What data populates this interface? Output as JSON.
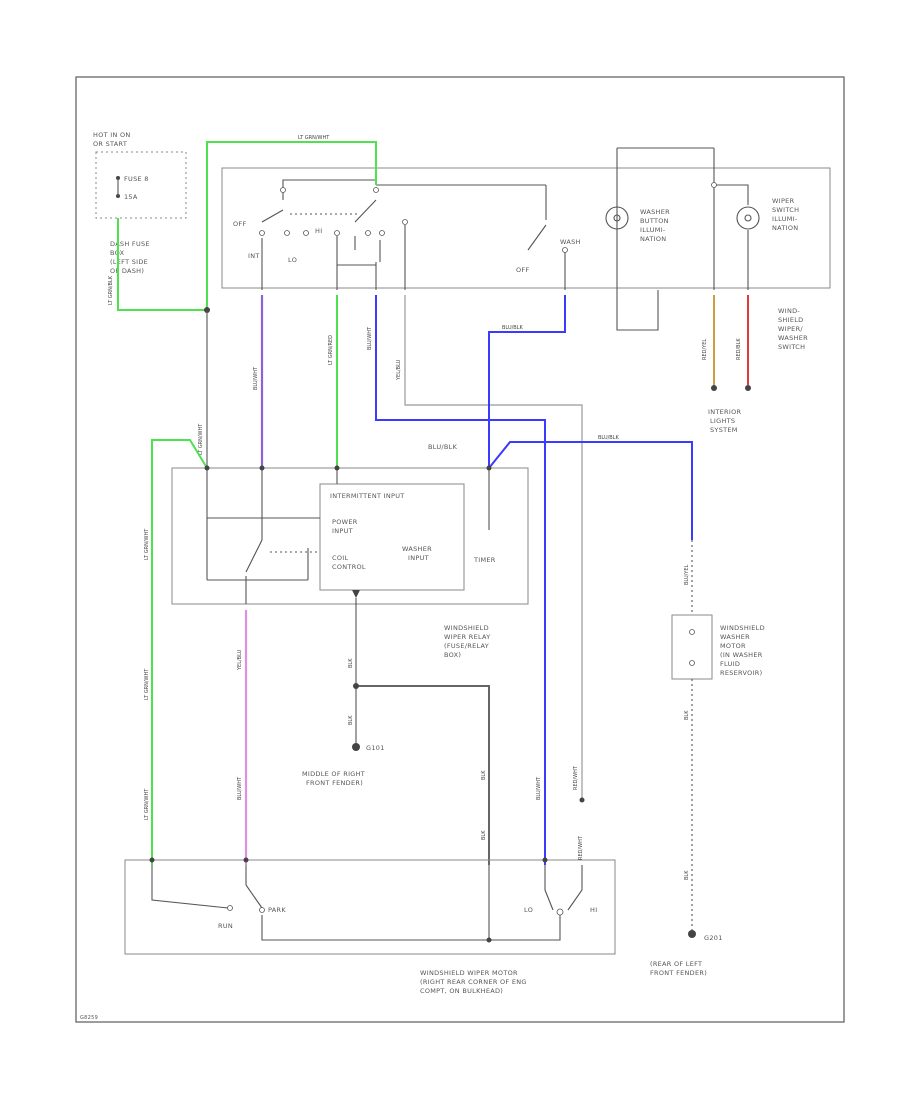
{
  "labels": {
    "hot_in_on": "HOT IN ON",
    "or_start": "OR START",
    "fuse": "FUSE 8",
    "fuse_amp": "15A",
    "dash_fuse": "DASH FUSE",
    "dash_fuse_box": "BOX",
    "dash_fuse_loc": "(LEFT SIDE",
    "dash_fuse_loc2": "OF DASH)",
    "off": "OFF",
    "int": "INT",
    "lo": "LO",
    "hi": "HI",
    "wash_off": "OFF",
    "wash": "WASH",
    "washer_lum1": "WASHER",
    "washer_lum2": "BUTTON",
    "washer_lum3": "ILLUMI-",
    "washer_lum4": "NATION",
    "wiper_lum1": "WIPER",
    "wiper_lum2": "SWITCH",
    "wiper_lum3": "ILLUMI-",
    "wiper_lum4": "NATION",
    "ws_switch1": "WIND-",
    "ws_switch2": "SHIELD",
    "ws_switch3": "WIPER/",
    "ws_switch4": "WASHER",
    "ws_switch5": "SWITCH",
    "int_lights1": "INTERIOR",
    "int_lights2": "LIGHTS",
    "int_lights3": "SYSTEM",
    "blu_blk": "BLU/BLK",
    "intermittent_input": "INTERMITTENT INPUT",
    "power_input1": "POWER",
    "power_input2": "INPUT",
    "coil_control1": "COIL",
    "coil_control2": "CONTROL",
    "washer_input1": "WASHER",
    "washer_input2": "INPUT",
    "timer": "TIMER",
    "relay1": "WINDSHIELD",
    "relay2": "WIPER RELAY",
    "relay3": "(FUSE/RELAY",
    "relay4": "BOX)",
    "wm1": "WINDSHIELD",
    "wm2": "WASHER",
    "wm3": "MOTOR",
    "wm4": "(IN WASHER",
    "wm5": "FLUID",
    "wm6": "RESERVOIR)",
    "g101": "G101",
    "g101_loc1": "MIDDLE OF RIGHT",
    "g101_loc2": "FRONT FENDER)",
    "g201": "G201",
    "g201_loc1": "(REAR OF LEFT",
    "g201_loc2": "FRONT FENDER)",
    "run": "RUN",
    "park": "PARK",
    "motor_lo": "LO",
    "motor_hi": "HI",
    "motor1": "WINDSHIELD WIPER MOTOR",
    "motor2": "(RIGHT REAR CORNER OF ENG",
    "motor3": "COMPT, ON BULKHEAD)",
    "footer_id": "G8259",
    "w_lt_grn_wht_top": "LT GRN/WHT",
    "w_lt_grn_blk": "LT GRN/BLK",
    "w_lt_grn_wht_left": "LT GRN/WHT",
    "w_lt_grn_wht_mid": "LT GRN/WHT",
    "w_blu_wht_a": "BLU/WHT",
    "w_lt_grn_red": "LT GRN/RED",
    "w_blu_wht_b": "BLU/WHT",
    "w_yel_blu": "YEL/BLU",
    "w_blu_blk": "BLU/BLK",
    "w_blk_a": "BLK",
    "w_blk_b": "BLK",
    "w_lt_grn_wht_low": "LT GRN/WHT",
    "w_red_wht": "RED/WHT",
    "w_blu_blk_right": "BLU/BLK",
    "w_yel_blu_b": "YEL/BLU",
    "w_blk_ground": "BLK",
    "w_blu_yel": "BLU/YEL",
    "w_blk_c": "BLK",
    "w_blk_d": "BLK",
    "w_blk_e": "BLK",
    "w_blu_wht_c": "BLU/WHT",
    "w_lt_grn_wht_bot": "LT GRN/WHT",
    "w_red_wht_b": "RED/WHT",
    "w_blu_wht_d": "BLU/WHT",
    "w_red_yel": "RED/YEL",
    "w_red_blk": "RED/BLK"
  },
  "colors": {
    "lt_grn": "#4ee24e",
    "blue": "#3b3bff",
    "violet": "#8a63d8",
    "pink": "#e090e0",
    "black": "#555555",
    "gray": "#999999"
  }
}
